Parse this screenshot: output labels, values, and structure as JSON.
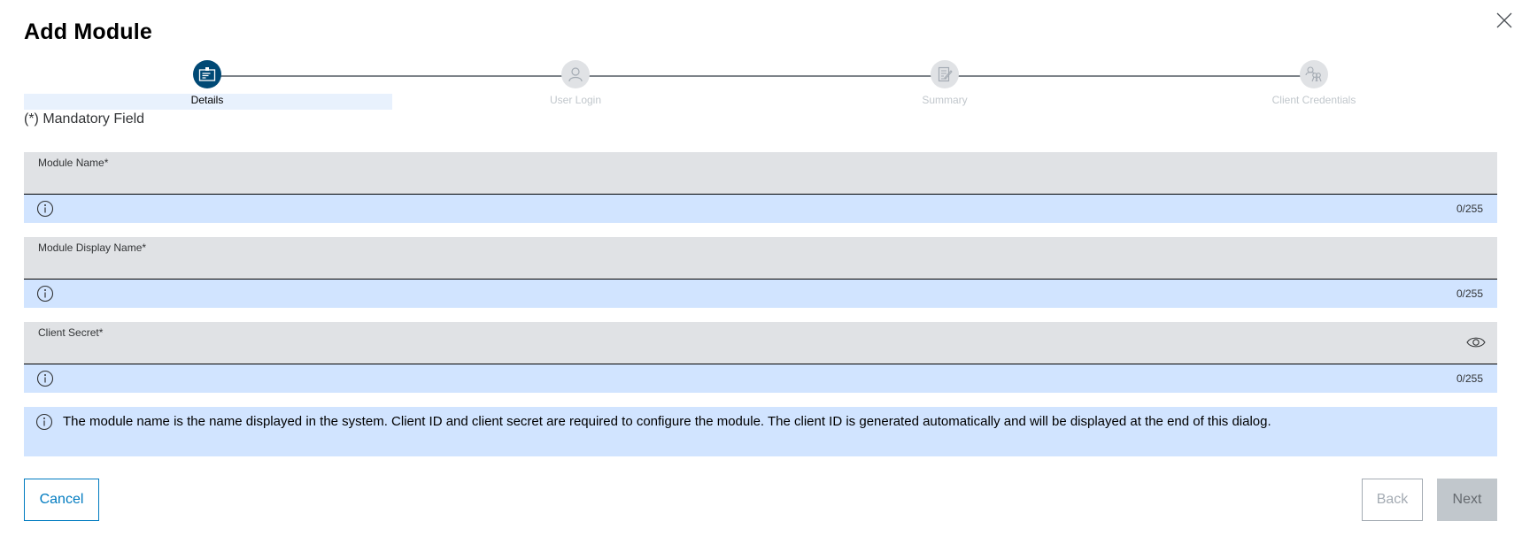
{
  "dialog": {
    "title": "Add Module",
    "close_icon": "close-icon"
  },
  "stepper": {
    "steps": [
      {
        "label": "Details",
        "icon": "id-card-icon",
        "state": "active"
      },
      {
        "label": "User Login",
        "icon": "user-icon",
        "state": "inactive"
      },
      {
        "label": "Summary",
        "icon": "document-edit-icon",
        "state": "inactive"
      },
      {
        "label": "Client Credentials",
        "icon": "user-keys-icon",
        "state": "inactive"
      }
    ]
  },
  "form": {
    "mandatory_note": "(*) Mandatory Field",
    "fields": [
      {
        "label": "Module Name*",
        "value": "",
        "counter": "0/255",
        "helper_icon": "info-icon"
      },
      {
        "label": "Module Display Name*",
        "value": "",
        "counter": "0/255",
        "helper_icon": "info-icon"
      },
      {
        "label": "Client Secret*",
        "value": "",
        "counter": "0/255",
        "helper_icon": "info-icon",
        "trailing_icon": "eye-icon"
      }
    ],
    "info_text": "The module name is the name displayed in the system. Client ID and client secret are required to configure the module. The client ID is generated automatically and will be displayed at the end of this dialog."
  },
  "footer": {
    "cancel_label": "Cancel",
    "back_label": "Back",
    "next_label": "Next"
  },
  "colors": {
    "accent": "#007bc0",
    "active_step": "#004975",
    "field_bg": "#e0e2e5",
    "helper_bg": "#d1e4ff",
    "disabled_bg": "#c1c7cc"
  }
}
